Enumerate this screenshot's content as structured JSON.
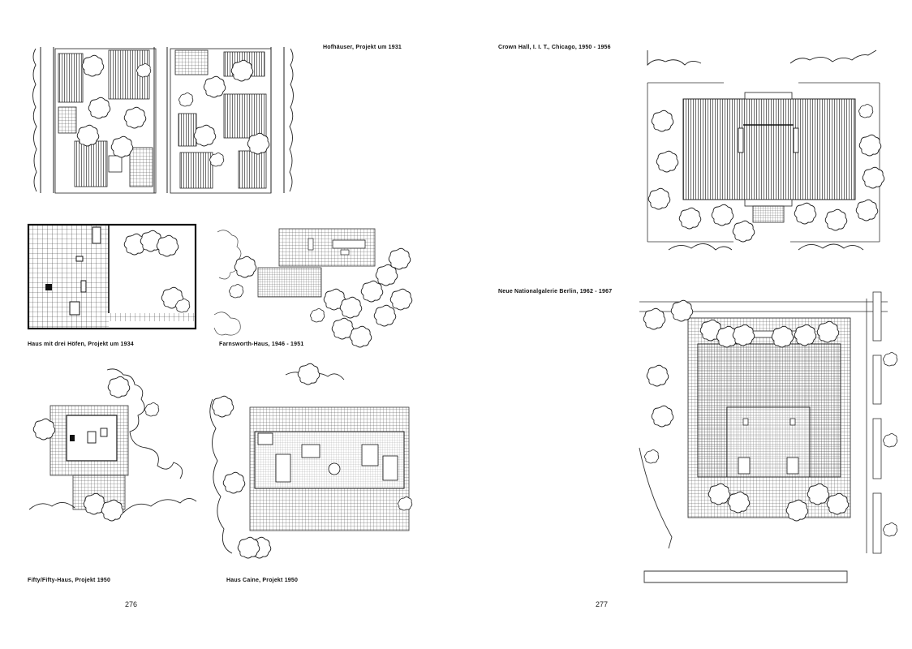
{
  "spread": {
    "left_page": {
      "page_number": "276",
      "captions": {
        "hofhaeuser": "Hofhäuser, Projekt um 1931",
        "drei_hoefen": "Haus mit drei Höfen, Projekt um 1934",
        "farnsworth": "Farnsworth-Haus, 1946 - 1951",
        "fifty_fifty": "Fifty/Fifty-Haus, Projekt 1950",
        "caine": "Haus Caine, Projekt 1950"
      }
    },
    "right_page": {
      "page_number": "277",
      "captions": {
        "crown_hall": "Crown Hall, I. I. T., Chicago, 1950 - 1956",
        "nationalgalerie": "Neue Nationalgalerie Berlin, 1962 - 1967"
      }
    }
  }
}
